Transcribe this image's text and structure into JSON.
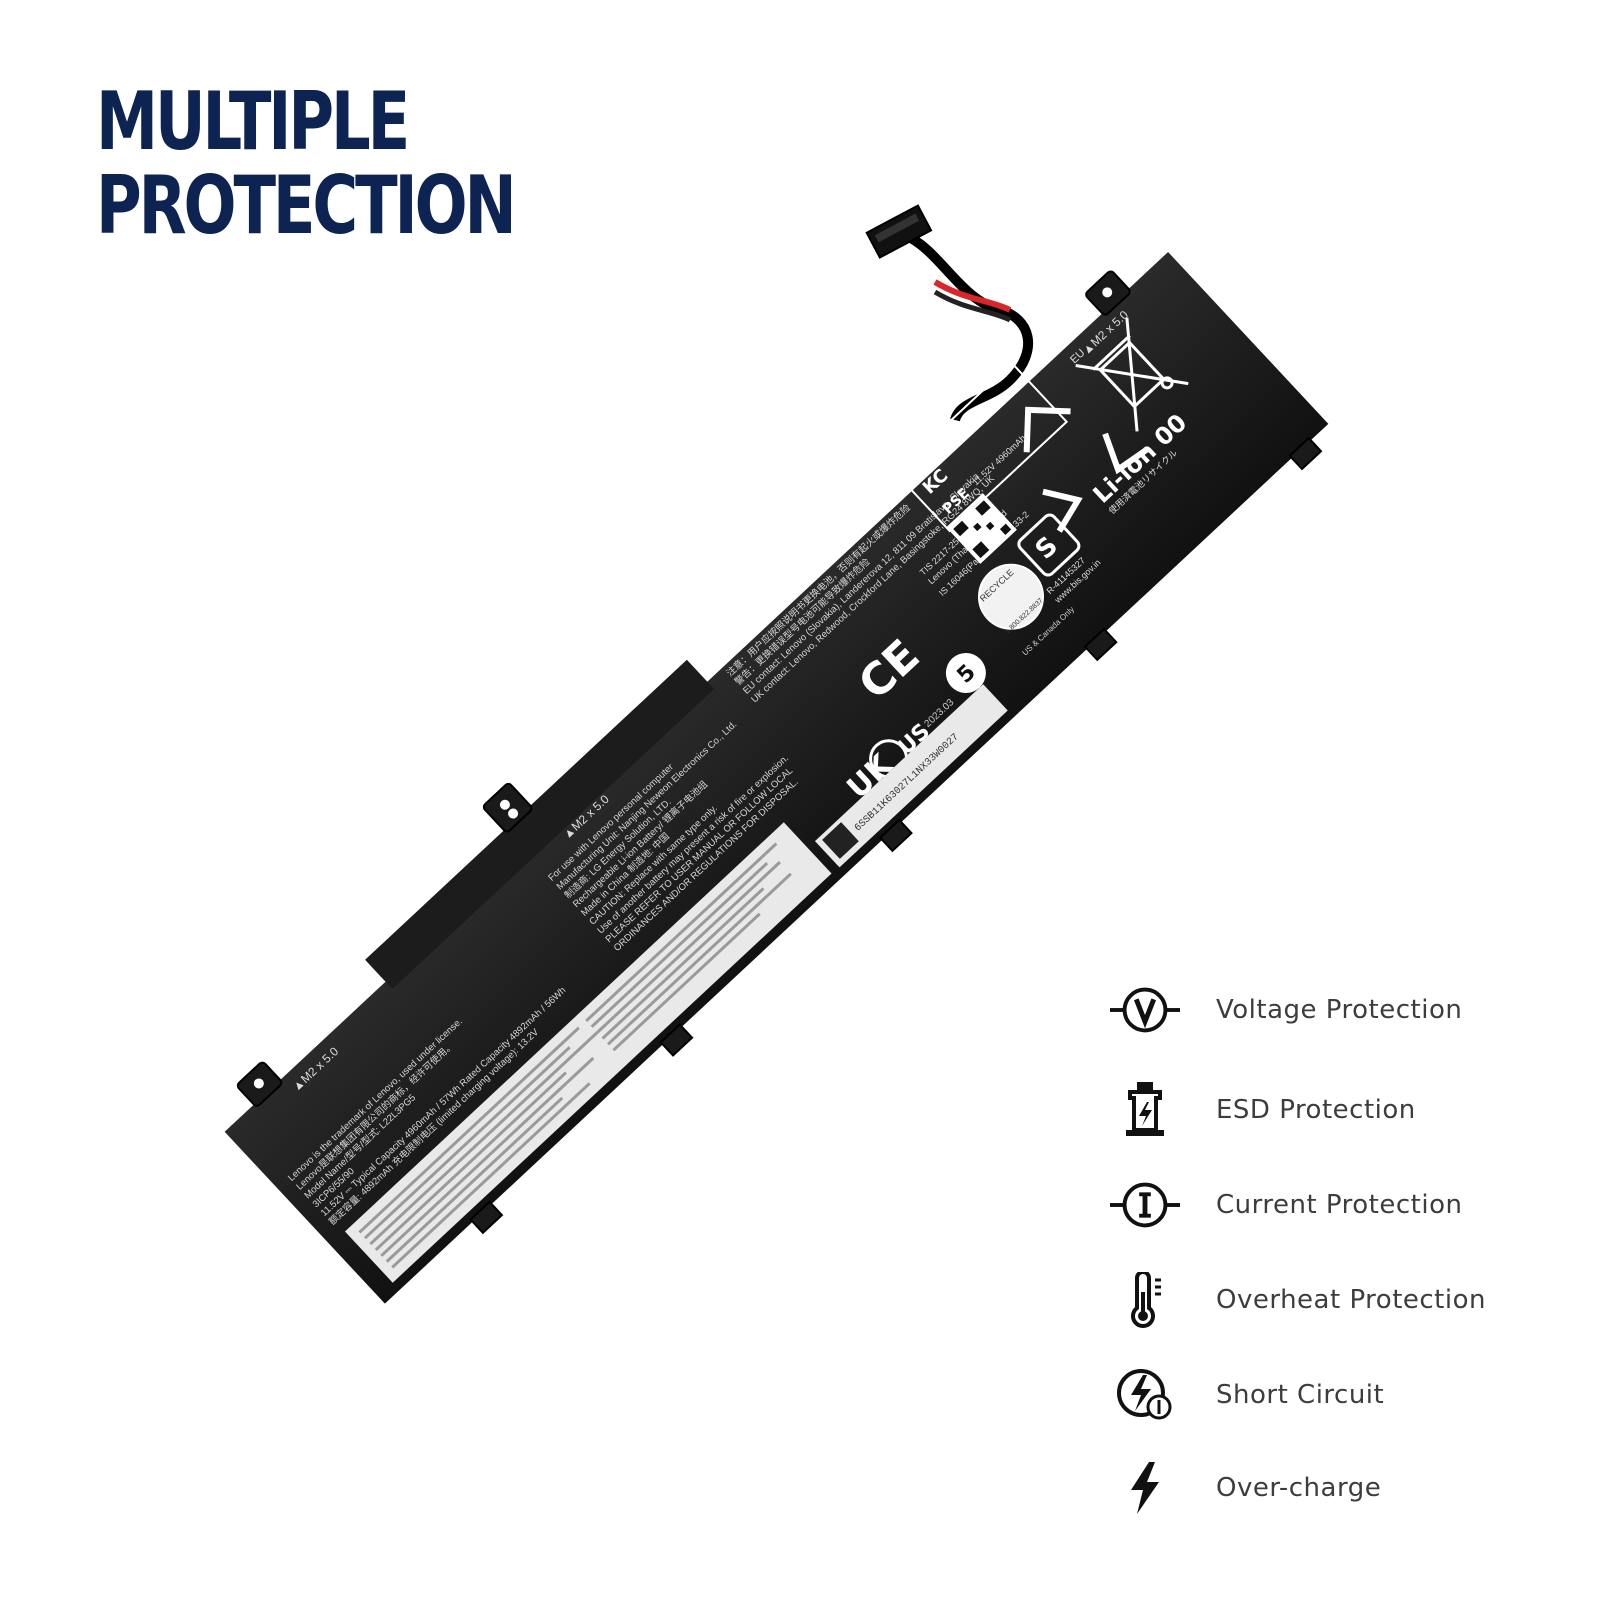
{
  "headline": {
    "line1": "MULTIPLE",
    "line2": "PROTECTION"
  },
  "colors": {
    "headline": "#0d2352",
    "battery_body": "#1a1a1a",
    "label_text": "#3d3d3d",
    "icon": "#111111"
  },
  "battery": {
    "screw_marks": [
      "▲M2 x 5.0",
      "▲M2 x 5.0",
      "▲M2 x 5.0"
    ],
    "chemistry": "Li-ion 00",
    "recycle_jp": "使用済電池リサイクル",
    "eu_mark": "EU",
    "ce_mark": "CE",
    "ukca_mark_top": "UK",
    "ukca_mark_bottom": "CA",
    "ul_mark": "US",
    "kc_mark": "KC",
    "pse_mark": "PSE",
    "recycle_seal_label": "RECYCLE",
    "recycle_seal_phone": "1.800.822.8837",
    "recycle_seal_note": "US & Canada Only",
    "voltage_spec": "11.52V  4960mAh",
    "barcode_serial": "6SSB11K63027L1NX33W0027",
    "barcode_date": "2023.03",
    "bis_text": "IS 16046(Part 2)/IEC 62133-2",
    "bis_reg": "R-41145327",
    "bis_url": "www.bis.gov.in",
    "tis_text": "TIS 2217-2548",
    "mfg_thailand": "Lenovo (Thailand) Limited",
    "cn_warning_1": "注意：用户应按照说明书更换电池，否则有起火或爆炸危险",
    "cn_warning_2": "警告：更换错误型号电池可能导致爆炸危险",
    "eu_contact": "EU contact: Lenovo (Slovakia), Landererova 12, 811 09 Bratislava, Slovakia",
    "uk_contact": "UK contact: Lenovo, Redwood, Crockford Lane, Basingstoke, RG24 8WQ, UK",
    "label_lines": [
      "For use with Lenovo personal computer",
      "Manufacturing Unit: Nanjing Neweon Electronics Co., Ltd.",
      "制造商: LG Energy Solution, LTD.",
      "Rechargeable Li-ion Battery/ 锂离子电池组",
      "Made in China 制造地: 中国",
      "CAUTION: Replace with same type only.",
      "Use of another battery may present a risk of fire or explosion.",
      "PLEASE REFER TO USER MANUAL OR FOLLOW LOCAL",
      "ORDINANCES AND/OR REGULATIONS FOR DISPOSAL."
    ],
    "lower_label_lines": [
      "Lenovo is the trademark of Lenovo, used under license.",
      "Lenovo是联想集团有限公司的商标，经许可使用。",
      "Model Name/型号/型式: L22L3PG5",
      "3ICP6/55/90",
      "11.52V ⎓ Typical Capacity 4960mAh / 57Wh  Rated Capacity 4892mAh / 56Wh",
      "额定容量: 4892mAh  充电限制电压 (limited charging voltage): 13.2V"
    ]
  },
  "features": [
    {
      "icon": "voltage-icon",
      "label": "Voltage Protection"
    },
    {
      "icon": "esd-icon",
      "label": "ESD Protection"
    },
    {
      "icon": "current-icon",
      "label": "Current Protection"
    },
    {
      "icon": "thermometer-icon",
      "label": "Overheat Protection"
    },
    {
      "icon": "short-circuit-icon",
      "label": "Short Circuit"
    },
    {
      "icon": "lightning-icon",
      "label": "Over-charge"
    }
  ]
}
